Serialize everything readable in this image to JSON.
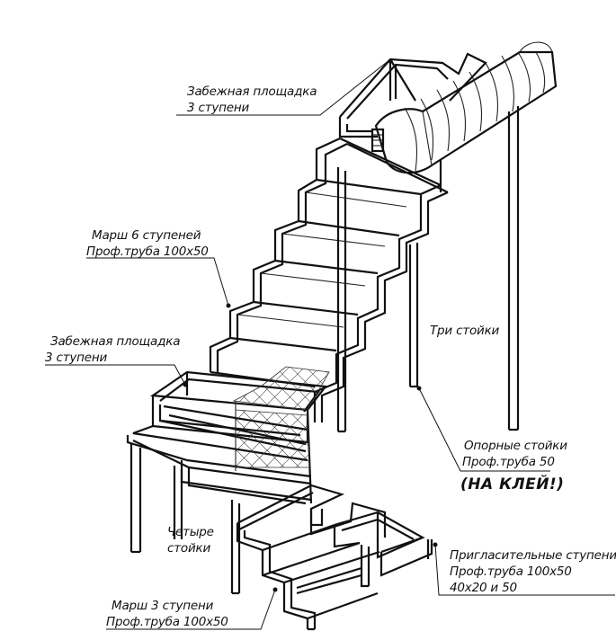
{
  "labels": {
    "top_landing": {
      "line1": "Забежная площадка",
      "line2": "3 ступени"
    },
    "march6": {
      "line1": "Марш 6 ступеней",
      "line2": "Проф.труба 100х50"
    },
    "mid_landing": {
      "line1": "Забежная площадка",
      "line2": "3 ступени"
    },
    "three_posts": {
      "line1": "Три стойки"
    },
    "support_posts": {
      "line1": "Опорные стойки",
      "line2": "Проф.труба 50",
      "line3": "(НА КЛЕЙ!)"
    },
    "four_posts": {
      "line1": "Четыре",
      "line2": "стойки"
    },
    "invite_steps": {
      "line1": "Пригласительные ступени",
      "line2": "Проф.труба 100х50",
      "line3": "40х20 и 50"
    },
    "march3": {
      "line1": "Марш 3 ступени",
      "line2": "Проф.труба 100х50"
    }
  }
}
